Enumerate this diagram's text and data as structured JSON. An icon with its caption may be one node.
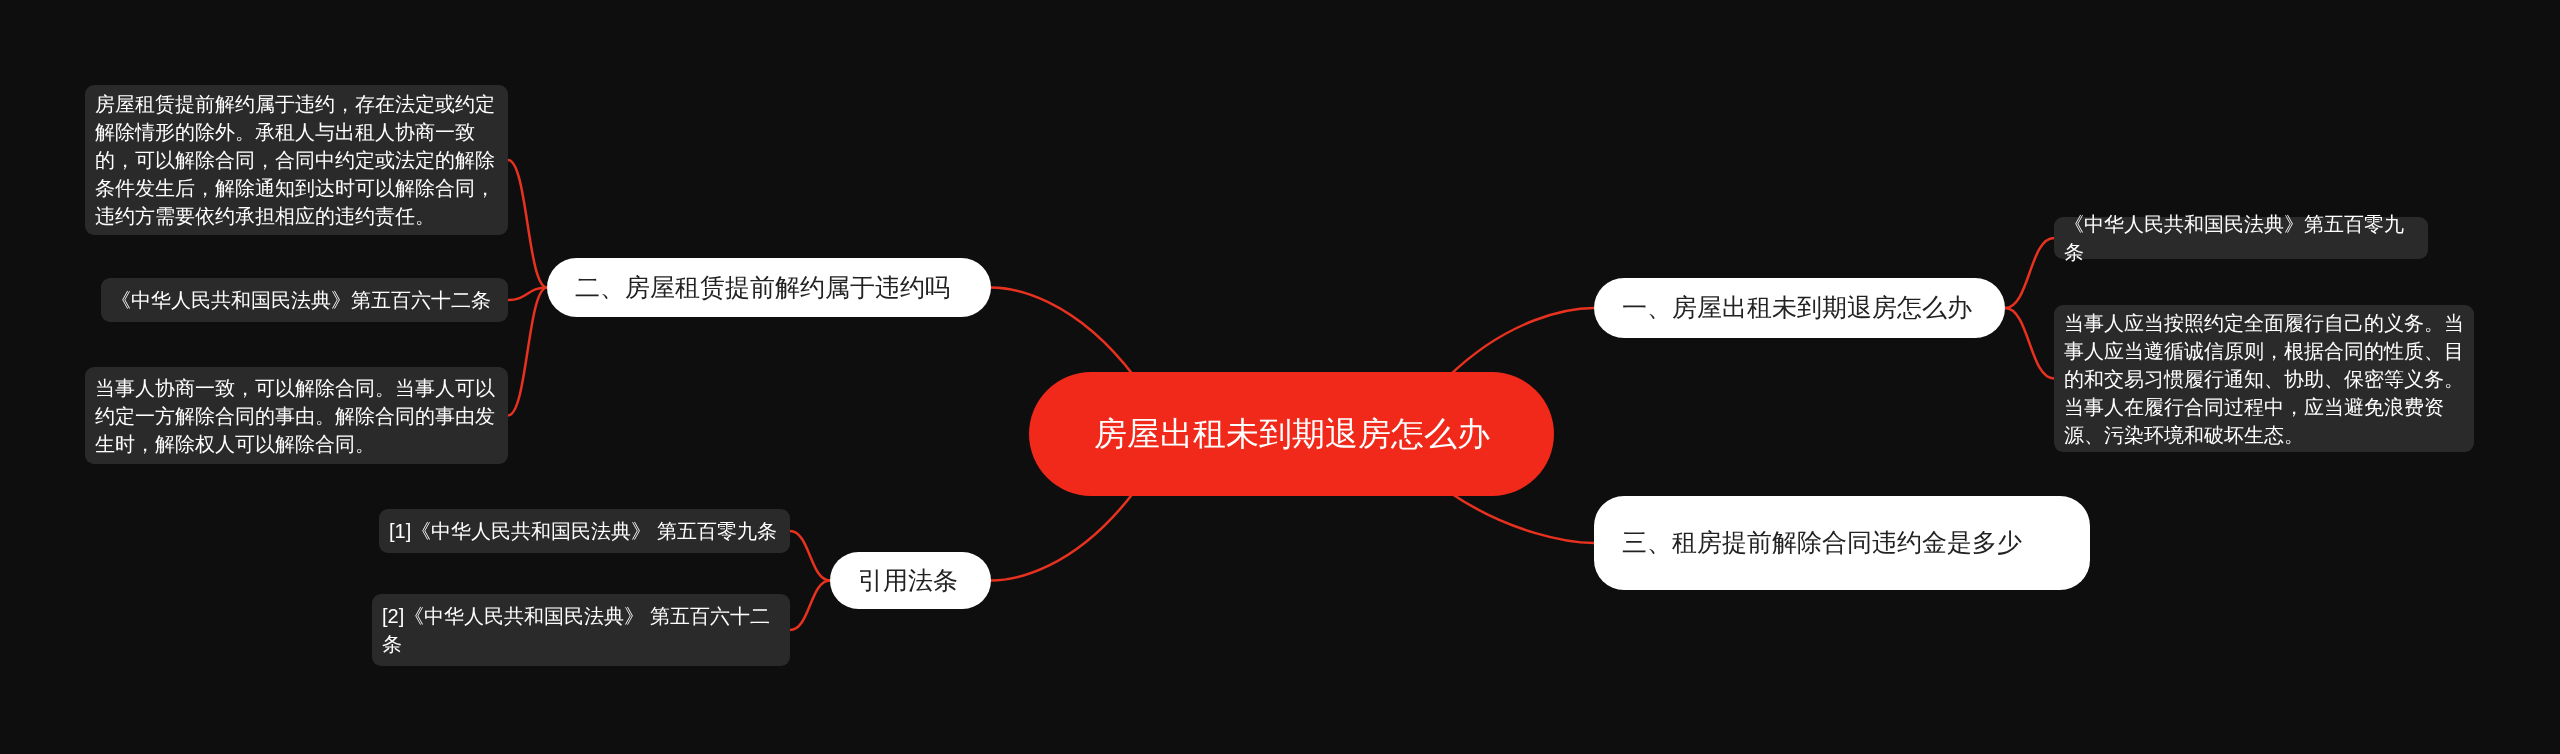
{
  "diagram": {
    "nodes": [
      {
        "text": [
          "房屋出租未到期退房怎么办"
        ]
      },
      {
        "text": [
          "一、房屋出租未到期退房怎么办"
        ]
      },
      {
        "text": [
          "《中华人民共和国民法典》第五百零九条"
        ]
      },
      {
        "text": [
          "当事人应当按照约定全面履行自己的义务。当事人应当遵循诚信原则，根据合同的性质、目的和交易习惯履行通知、协助、保密等义务。当事人在履行合同过程中，应当避免浪费资源、污染环境和破坏生态。"
        ]
      },
      {
        "text": [
          "三、租房提前解除合同违约金是多少"
        ]
      },
      {
        "text": [
          "二、房屋租赁提前解约属于违约吗"
        ]
      },
      {
        "text": [
          "房屋租赁提前解约属于违约，存在法定或约定解除情形的除外。承租人与出租人协商一致的，可以解除合同，合同中约定或法定的解除条件发生后，解除通知到达时可以解除合同，违约方需要依约承担相应的违约责任。"
        ]
      },
      {
        "text": [
          "《中华人民共和国民法典》第五百六十二条"
        ]
      },
      {
        "text": [
          "当事人协商一致，可以解除合同。当事人可以约定一方解除合同的事由。解除合同的事由发生时，解除权人可以解除合同。"
        ]
      },
      {
        "text": [
          "引用法条"
        ]
      },
      {
        "text": [
          "[1]《中华人民共和国民法典》 第五百零九条"
        ]
      },
      {
        "text": [
          "[2]《中华人民共和国民法典》 第五百六十二条"
        ]
      }
    ],
    "edges": [
      {
        "from": 0,
        "to": 1,
        "arrow": "none"
      },
      {
        "from": 1,
        "to": 2,
        "arrow": "none"
      },
      {
        "from": 1,
        "to": 3,
        "arrow": "none"
      },
      {
        "from": 0,
        "to": 4,
        "arrow": "none"
      },
      {
        "from": 0,
        "to": 5,
        "arrow": "none"
      },
      {
        "from": 5,
        "to": 6,
        "arrow": "none"
      },
      {
        "from": 5,
        "to": 7,
        "arrow": "none"
      },
      {
        "from": 5,
        "to": 8,
        "arrow": "none"
      },
      {
        "from": 0,
        "to": 9,
        "arrow": "none"
      },
      {
        "from": 9,
        "to": 10,
        "arrow": "none"
      },
      {
        "from": 9,
        "to": 11,
        "arrow": "none"
      }
    ]
  }
}
